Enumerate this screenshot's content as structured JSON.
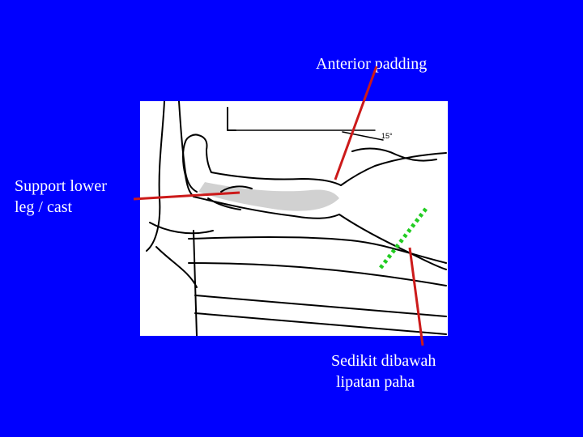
{
  "labels": {
    "anterior_padding": "Anterior padding",
    "support_line1": "Support lower",
    "support_line2": "leg / cast",
    "sedikit_line1": "Sedikit dibawah",
    "sedikit_line2": "lipatan paha"
  },
  "illustration": {
    "angle_label": "15°"
  },
  "colors": {
    "background": "#0000ff",
    "pointer": "#cc1a1a",
    "marker": "#22cc22"
  }
}
